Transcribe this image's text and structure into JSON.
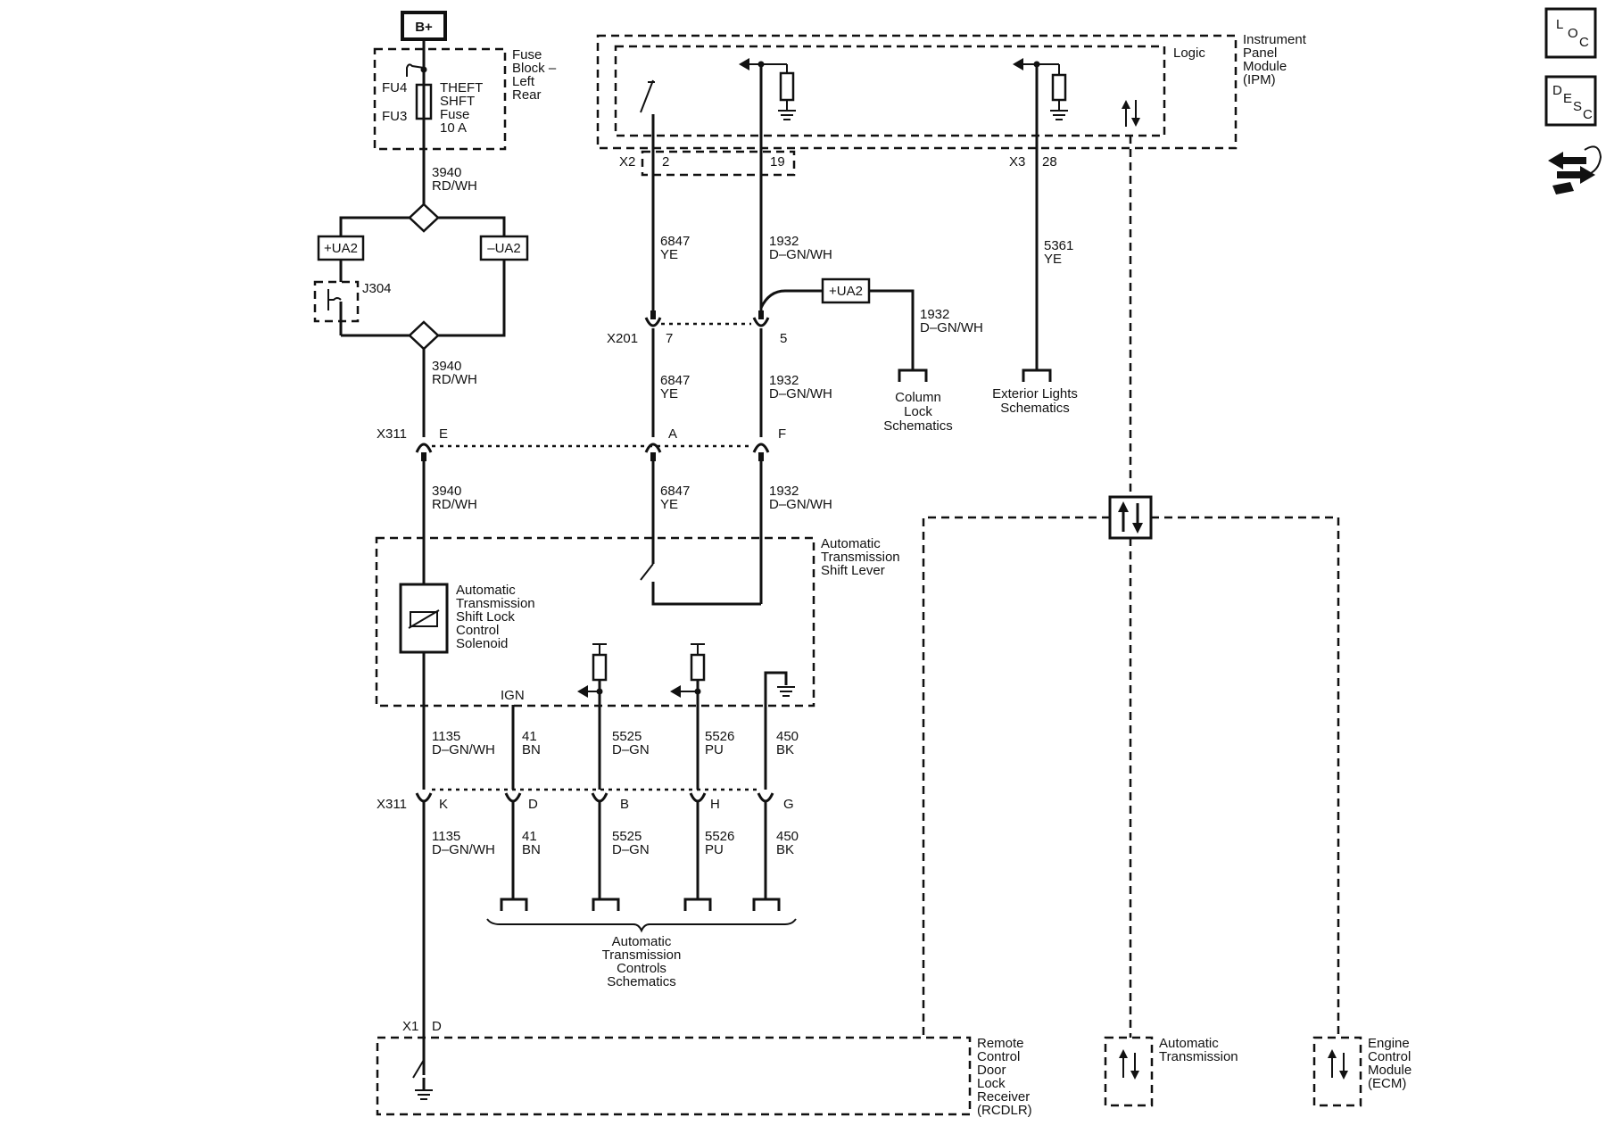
{
  "power": {
    "bplus": "B+"
  },
  "fuse_block": {
    "title_lines": [
      "Fuse",
      "Block –",
      "Left",
      "Rear"
    ],
    "fu4": "FU4",
    "fu3": "FU3",
    "fuse_lines": [
      "THEFT",
      "SHFT",
      "Fuse",
      "10 A"
    ]
  },
  "ipm": {
    "title_lines": [
      "Instrument",
      "Panel",
      "Module",
      "(IPM)"
    ],
    "logic": "Logic",
    "x2": "X2",
    "x2_pin2": "2",
    "x2_pin19": "19",
    "x3": "X3",
    "x3_pin28": "28"
  },
  "ua2": {
    "pos": "+UA2",
    "neg": "–UA2",
    "j304": "J304"
  },
  "wires": {
    "w3940_a": [
      "3940",
      "RD/WH"
    ],
    "w3940_b": [
      "3940",
      "RD/WH"
    ],
    "w3940_c": [
      "3940",
      "RD/WH"
    ],
    "w6847_a": [
      "6847",
      "YE"
    ],
    "w6847_b": [
      "6847",
      "YE"
    ],
    "w6847_c": [
      "6847",
      "YE"
    ],
    "w1932_a": [
      "1932",
      "D–GN/WH"
    ],
    "w1932_b": [
      "1932",
      "D–GN/WH"
    ],
    "w1932_c": [
      "1932",
      "D–GN/WH"
    ],
    "w1932_d": [
      "1932",
      "D–GN/WH"
    ],
    "w5361": [
      "5361",
      "YE"
    ],
    "w1135_a": [
      "1135",
      "D–GN/WH"
    ],
    "w1135_b": [
      "1135",
      "D–GN/WH"
    ],
    "w41_a": [
      "41",
      "BN"
    ],
    "w41_b": [
      "41",
      "BN"
    ],
    "w5525_a": [
      "5525",
      "D–GN"
    ],
    "w5525_b": [
      "5525",
      "D–GN"
    ],
    "w5526_a": [
      "5526",
      "PU"
    ],
    "w5526_b": [
      "5526",
      "PU"
    ],
    "w450_a": [
      "450",
      "BK"
    ],
    "w450_b": [
      "450",
      "BK"
    ]
  },
  "connectors": {
    "x201": "X201",
    "x201_pin7": "7",
    "x201_pin5": "5",
    "x311_top": "X311",
    "pin_e": "E",
    "pin_a": "A",
    "pin_f": "F",
    "x311_bot": "X311",
    "pin_k": "K",
    "pin_d": "D",
    "pin_b": "B",
    "pin_h": "H",
    "pin_g": "G",
    "x1": "X1",
    "x1_pin": "D"
  },
  "references": {
    "column_lock": [
      "Column",
      "Lock",
      "Schematics"
    ],
    "exterior_lights": [
      "Exterior Lights",
      "Schematics"
    ],
    "auto_trans_controls": [
      "Automatic",
      "Transmission",
      "Controls",
      "Schematics"
    ]
  },
  "shift_lever": {
    "title_lines": [
      "Automatic",
      "Transmission",
      "Shift Lever"
    ],
    "solenoid_lines": [
      "Automatic",
      "Transmission",
      "Shift Lock",
      "Control",
      "Solenoid"
    ],
    "ign": "IGN"
  },
  "modules": {
    "rcdlr": [
      "Remote",
      "Control",
      "Door",
      "Lock",
      "Receiver",
      "(RCDLR)"
    ],
    "auto_trans": [
      "Automatic",
      "Transmission"
    ],
    "ecm": [
      "Engine",
      "Control",
      "Module",
      "(ECM)"
    ]
  },
  "nav_icons": {
    "loc": [
      "L",
      "O",
      "C"
    ],
    "desc": [
      "D",
      "E",
      "S",
      "C"
    ],
    "icon_name": "connector-arrows-icon"
  }
}
